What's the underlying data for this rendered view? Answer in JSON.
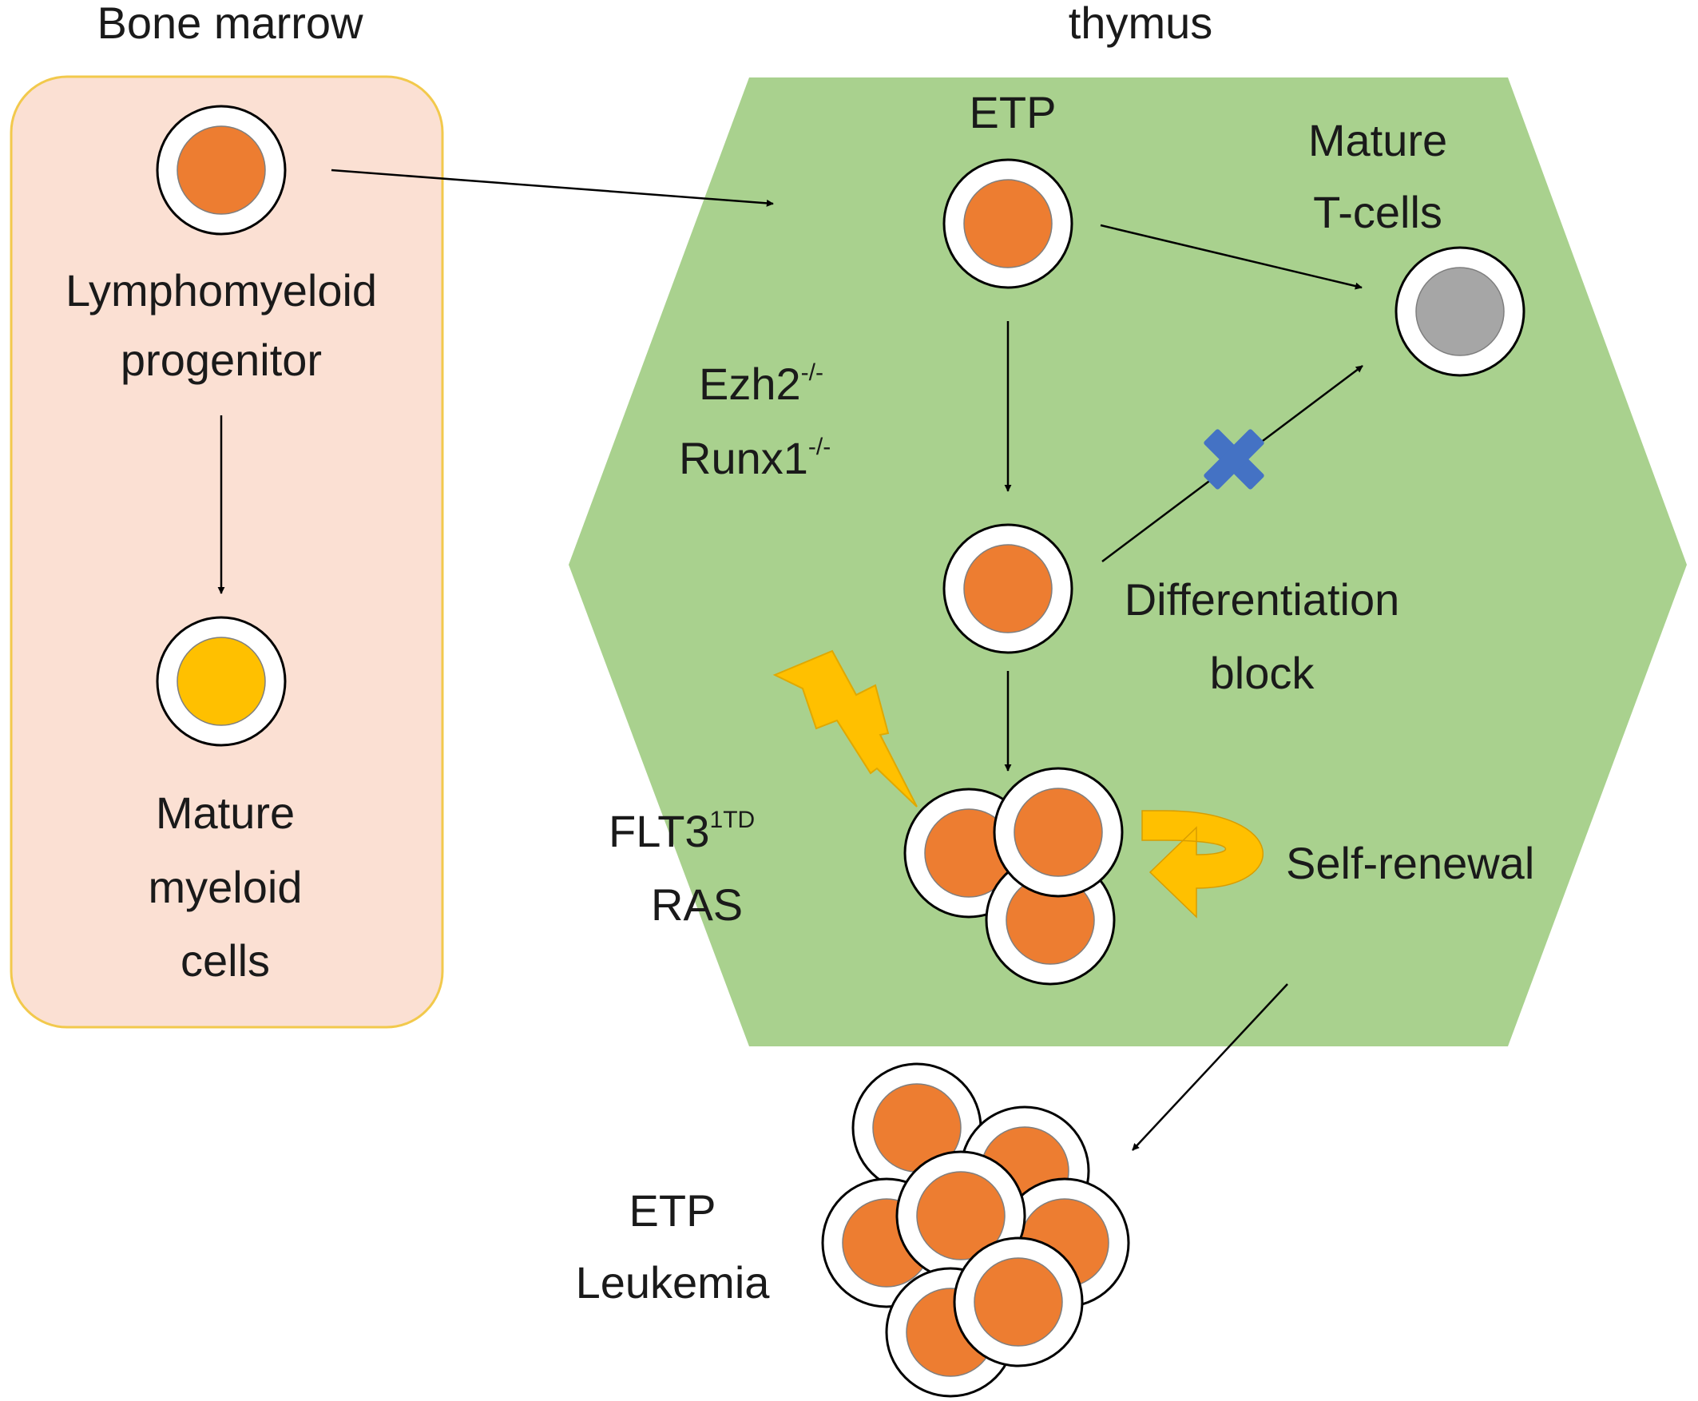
{
  "title": "",
  "regions": {
    "bone_marrow": "Bone marrow",
    "thymus": "thymus"
  },
  "cells": {
    "progenitor_line1": "Lymphomyeloid",
    "progenitor_line2": "progenitor",
    "myeloid_line1": "Mature",
    "myeloid_line2": "myeloid",
    "myeloid_line3": "cells",
    "etp": "ETP",
    "tcells_line1": "Mature",
    "tcells_line2": "T-cells",
    "leukemia_line1": "ETP",
    "leukemia_line2": "Leukemia"
  },
  "mutations": {
    "ezh2_base": "Ezh2",
    "ezh2_sup": "-/-",
    "runx1_base": "Runx1",
    "runx1_sup": "-/-",
    "flt3_base": "FLT3",
    "flt3_sup": "1TD",
    "ras": "RAS"
  },
  "processes": {
    "diff_block_line1": "Differentiation",
    "diff_block_line2": "block",
    "self_renewal": "Self-renewal"
  },
  "colors": {
    "bone_marrow_fill": "#fbe0d3",
    "bone_marrow_border": "#f2c94c",
    "thymus_fill": "#a9d18e",
    "cell_nucleus": "#ed7d31",
    "myeloid_nucleus": "#ffc000",
    "tcell_nucleus": "#a6a6a6",
    "block_mark": "#4472c4",
    "lightning": "#ffc000",
    "self_renewal_arrow": "#ffc000"
  },
  "icons": [
    "lightning-icon",
    "block-x-icon",
    "self-renewal-arrow-icon"
  ]
}
